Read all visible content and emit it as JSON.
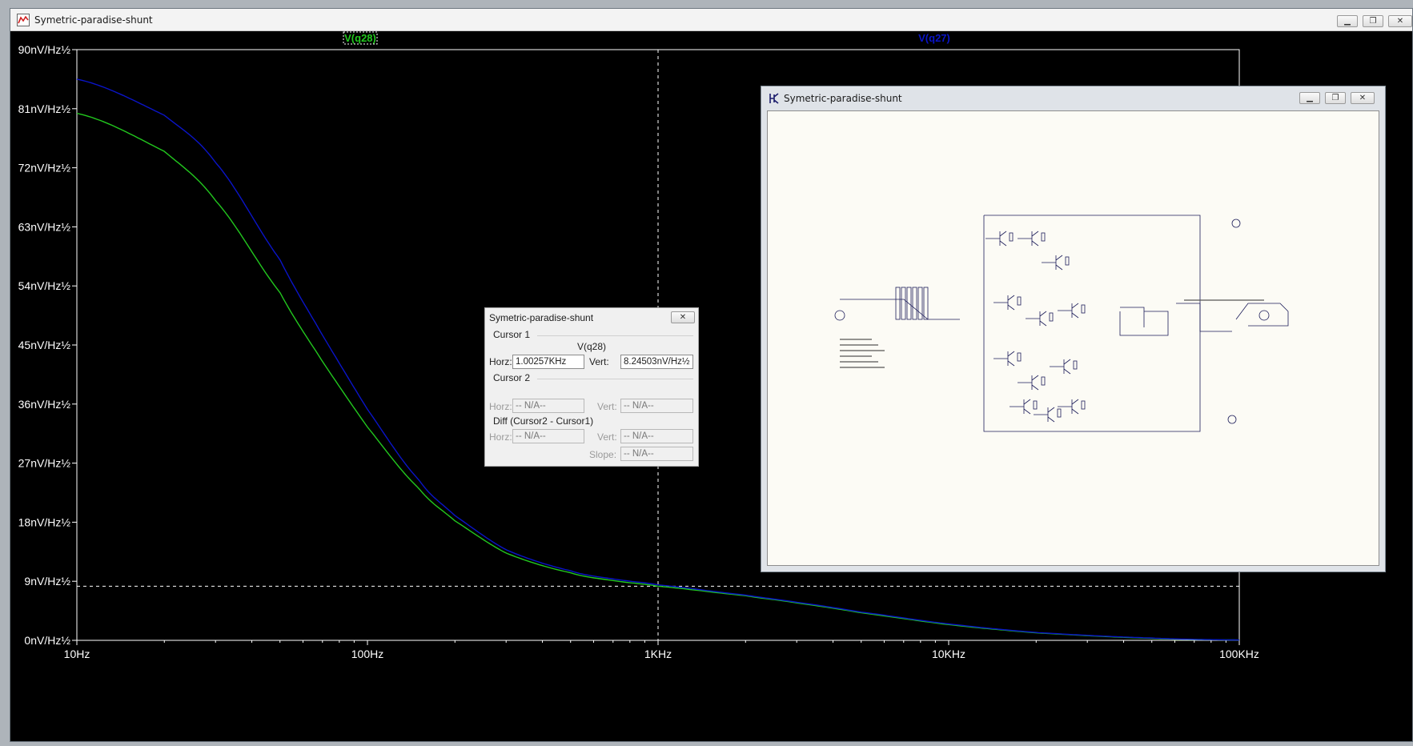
{
  "plot_window": {
    "title": "Symetric-paradise-shunt",
    "trace_labels": [
      {
        "name": "V(q28)",
        "color": "#22c81e"
      },
      {
        "name": "V(q27)",
        "color": "#0a14c8"
      }
    ]
  },
  "chart_data": {
    "type": "line",
    "xscale": "log",
    "x_ticks": [
      "10Hz",
      "100Hz",
      "1KHz",
      "10KHz",
      "100KHz"
    ],
    "y_ticks": [
      "0nV/Hz½",
      "9nV/Hz½",
      "18nV/Hz½",
      "27nV/Hz½",
      "36nV/Hz½",
      "45nV/Hz½",
      "54nV/Hz½",
      "63nV/Hz½",
      "72nV/Hz½",
      "81nV/Hz½",
      "90nV/Hz½"
    ],
    "xlim": [
      10,
      100000
    ],
    "ylim": [
      0,
      90
    ],
    "background": "#000000",
    "series": [
      {
        "name": "V(q28)",
        "color": "#22c81e",
        "x": [
          10,
          20,
          30,
          50,
          70,
          100,
          150,
          200,
          300,
          500,
          700,
          1000,
          2000,
          3000,
          5000,
          10000,
          20000,
          50000,
          100000
        ],
        "y": [
          80.3,
          74.5,
          67,
          53,
          42.5,
          32.5,
          23.2,
          18.2,
          13.3,
          10.3,
          9.1,
          8.25,
          6.8,
          5.7,
          4.2,
          2.4,
          1.15,
          0.3,
          0.05
        ]
      },
      {
        "name": "V(q27)",
        "color": "#0a14c8",
        "x": [
          10,
          20,
          30,
          50,
          70,
          100,
          150,
          200,
          300,
          500,
          700,
          1000,
          2000,
          3000,
          5000,
          10000,
          20000,
          50000,
          100000
        ],
        "y": [
          85.5,
          80,
          72.8,
          58,
          46.5,
          35.2,
          24.5,
          19,
          13.8,
          10.6,
          9.35,
          8.45,
          6.9,
          5.8,
          4.3,
          2.5,
          1.2,
          0.35,
          0.05
        ]
      }
    ],
    "cursor": {
      "x": 1000,
      "y": 8.25
    }
  },
  "cursor_dialog": {
    "title": "Symetric-paradise-shunt",
    "cursor1_label": "Cursor 1",
    "trace": "V(q28)",
    "horz_label": "Horz:",
    "horz_value": "1.00257KHz",
    "vert_label": "Vert:",
    "vert_value": "8.24503nV/Hz½",
    "cursor2_label": "Cursor 2",
    "na_value": "-- N/A--",
    "diff_label": "Diff (Cursor2 - Cursor1)",
    "slope_label": "Slope:"
  },
  "schematic_window": {
    "title": "Symetric-paradise-shunt"
  }
}
